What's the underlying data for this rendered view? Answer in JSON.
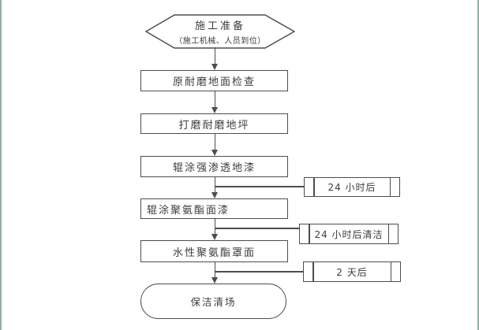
{
  "canvas": {
    "background": "#ffffff",
    "edge_color": "#8fafa9",
    "line_color": "#4d4d4d",
    "text_color": "#3c3c3c"
  },
  "flowchart": {
    "start": {
      "title": "施工准备",
      "subtitle": "（施工机械、人员到位）"
    },
    "steps": [
      {
        "label": "原耐磨地面检查"
      },
      {
        "label": "打磨耐磨地坪"
      },
      {
        "label": "辊涂强渗透地漆"
      },
      {
        "label": "辊涂聚氨酯面漆"
      },
      {
        "label": "水性聚氨酯罩面"
      }
    ],
    "side_notes": [
      {
        "label": "24 小时后"
      },
      {
        "label": "24 小时后清洁"
      },
      {
        "label": "2 天后"
      }
    ],
    "end": {
      "label": "保洁清场"
    }
  }
}
